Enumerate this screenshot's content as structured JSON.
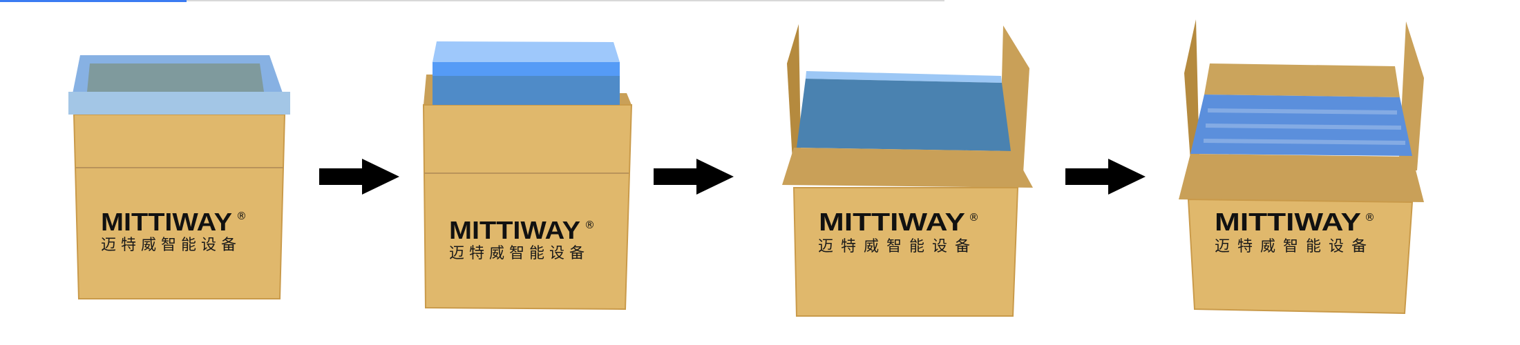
{
  "steps": [
    {
      "brand": "MITTIWAY",
      "registered": "®",
      "subtitle": "迈特威智能设备"
    },
    {
      "brand": "MITTIWAY",
      "registered": "®",
      "subtitle": "迈特威智能设备"
    },
    {
      "brand": "MITTIWAY",
      "registered": "®",
      "subtitle": "迈特威智能设备"
    },
    {
      "brand": "MITTIWAY",
      "registered": "®",
      "subtitle": "迈特威智能设备"
    }
  ],
  "arrow_icon": "right-arrow-icon",
  "colors": {
    "box_body": "#e0b86c",
    "box_flap": "#c9a058",
    "box_flap_dark": "#b58a3e",
    "foam_blue": "#4f86b5",
    "foam_light": "#9cc7f5",
    "arrow": "#000000",
    "top_bar_blue": "#3b7bf2",
    "top_bar_gray": "#d8d8d8"
  }
}
